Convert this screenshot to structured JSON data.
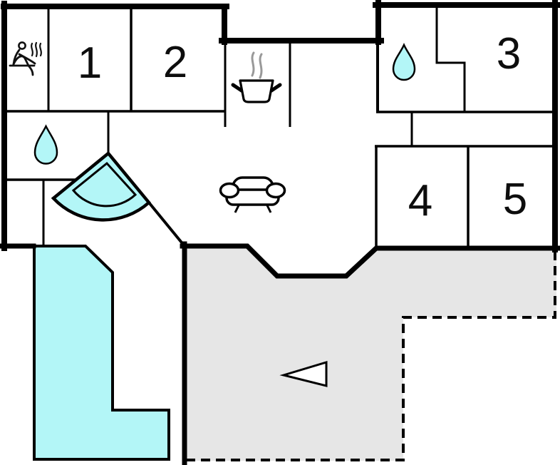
{
  "floorplan": {
    "rooms": [
      {
        "label": "1"
      },
      {
        "label": "2"
      },
      {
        "label": "3"
      },
      {
        "label": "4"
      },
      {
        "label": "5"
      }
    ],
    "icons": [
      "sauna-icon",
      "cooking-pot-icon",
      "water-drop-icon-left",
      "water-drop-icon-right",
      "sofa-icon",
      "corner-bath-icon",
      "direction-arrow-icon"
    ],
    "areas": [
      {
        "name": "pool"
      },
      {
        "name": "terrace"
      }
    ],
    "colors": {
      "water": "#b3f6f7",
      "terrace": "#e6e6e6",
      "wall": "#000000",
      "steam": "#999999",
      "background": "#ffffff"
    }
  }
}
